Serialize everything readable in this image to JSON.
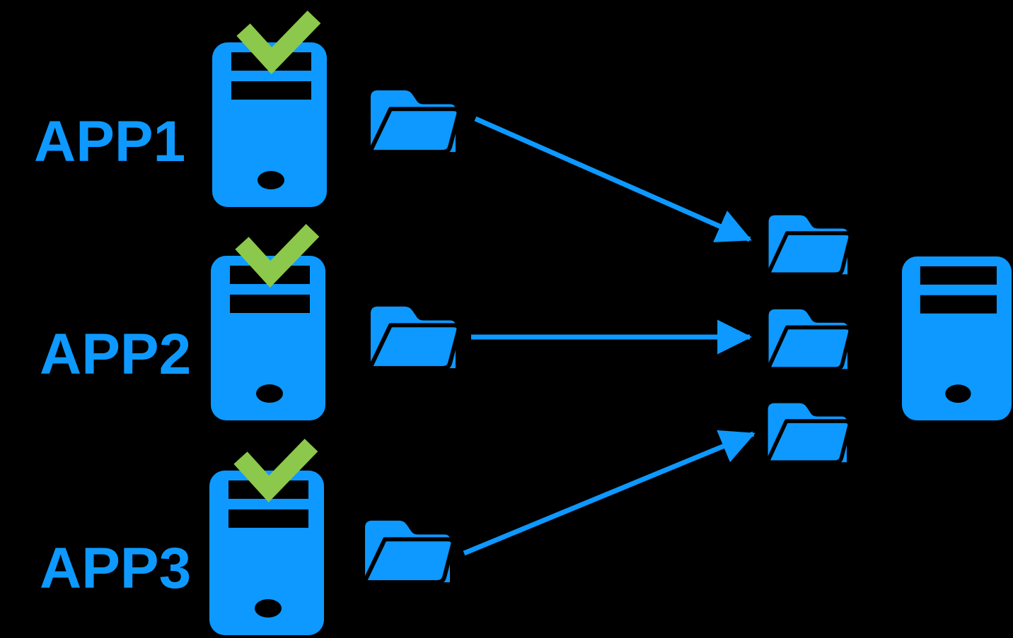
{
  "diagram": {
    "title": "app-servers-sync-to-central-server",
    "background": "#000000",
    "colors": {
      "primary_blue": "#0D99FF",
      "check_green": "#8CC84B",
      "background": "#000000"
    },
    "apps": [
      {
        "label": "APP1",
        "status_icon": "check-icon",
        "machine_icon": "server-icon",
        "data_icon": "open-folder-icon"
      },
      {
        "label": "APP2",
        "status_icon": "check-icon",
        "machine_icon": "server-icon",
        "data_icon": "open-folder-icon"
      },
      {
        "label": "APP3",
        "status_icon": "check-icon",
        "machine_icon": "server-icon",
        "data_icon": "open-folder-icon"
      }
    ],
    "central": {
      "machine_icon": "server-icon",
      "folder_icons": [
        "open-folder-icon",
        "open-folder-icon",
        "open-folder-icon"
      ]
    },
    "arrows": [
      {
        "from": "app1-folder",
        "to": "central-folder-1",
        "direction": "down-right"
      },
      {
        "from": "app2-folder",
        "to": "central-folder-2",
        "direction": "right"
      },
      {
        "from": "app3-folder",
        "to": "central-folder-3",
        "direction": "up-right"
      }
    ]
  }
}
